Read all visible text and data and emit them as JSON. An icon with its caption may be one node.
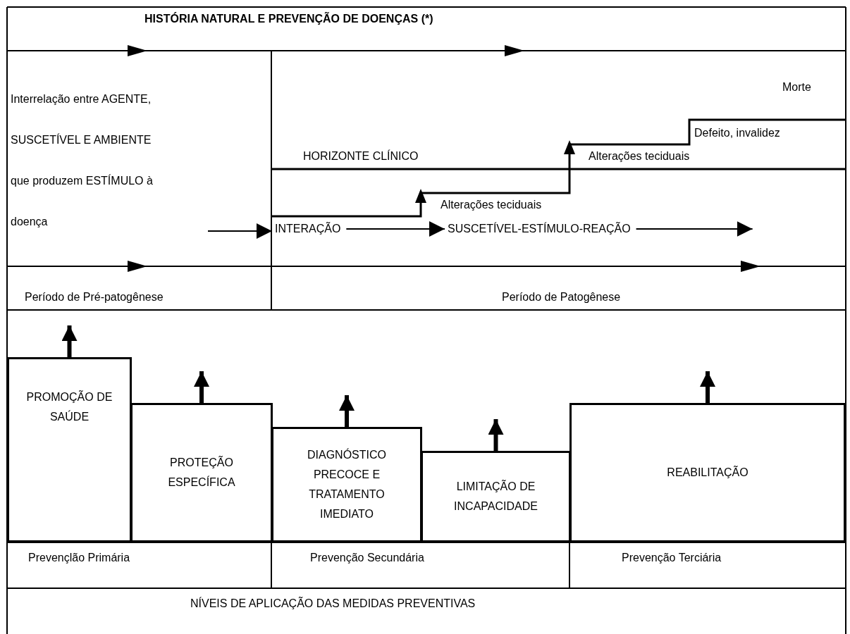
{
  "diagram": {
    "title": "HISTÓRIA NATURAL E PREVENÇÃO DE DOENÇAS (*)",
    "nodes": [
      {
        "text": [
          "Interrelação entre AGENTE, SUSCETÍVEL E AMBIENTE que produzem ESTÍMULO à doença"
        ]
      },
      {
        "text": [
          "Morte"
        ]
      },
      {
        "text": [
          "Defeito, invalidez"
        ]
      },
      {
        "text": [
          "Alterações teciduais"
        ]
      },
      {
        "text": [
          "Alterações teciduais"
        ]
      },
      {
        "text": [
          "INTERAÇÃO"
        ]
      },
      {
        "text": [
          "SUSCETÍVEL-ESTÍMULO-REAÇÃO"
        ]
      },
      {
        "text": [
          "PROMOÇÃO DE SAÚDE"
        ]
      },
      {
        "text": [
          "PROTEÇÃO ESPECÍFICA"
        ]
      },
      {
        "text": [
          "DIAGNÓSTICO PRECOCE E TRATAMENTO IMEDIATO"
        ]
      },
      {
        "text": [
          "LIMITAÇÃO DE INCAPACIDADE"
        ]
      },
      {
        "text": [
          "REABILITAÇÃO"
        ]
      }
    ],
    "edges": [
      {
        "from": 0,
        "to": 5,
        "arrow": "to"
      },
      {
        "from": 5,
        "to": 6,
        "arrow": "to"
      },
      {
        "from": 6,
        "to": null,
        "arrow": "to"
      },
      {
        "from": 7,
        "to": null,
        "arrow": "to"
      },
      {
        "from": 8,
        "to": null,
        "arrow": "to"
      },
      {
        "from": 9,
        "to": null,
        "arrow": "to"
      },
      {
        "from": 10,
        "to": null,
        "arrow": "to"
      },
      {
        "from": 11,
        "to": null,
        "arrow": "to"
      }
    ],
    "labels": [
      "HORIZONTE CLÍNICO",
      "Período de Pré-patogênese",
      "Período de Patogênese",
      "Prevençlão Primária",
      "Prevenção Secundária",
      "Prevenção Terciária",
      "NÍVEIS DE APLICAÇÃO DAS MEDIDAS PREVENTIVAS"
    ]
  }
}
